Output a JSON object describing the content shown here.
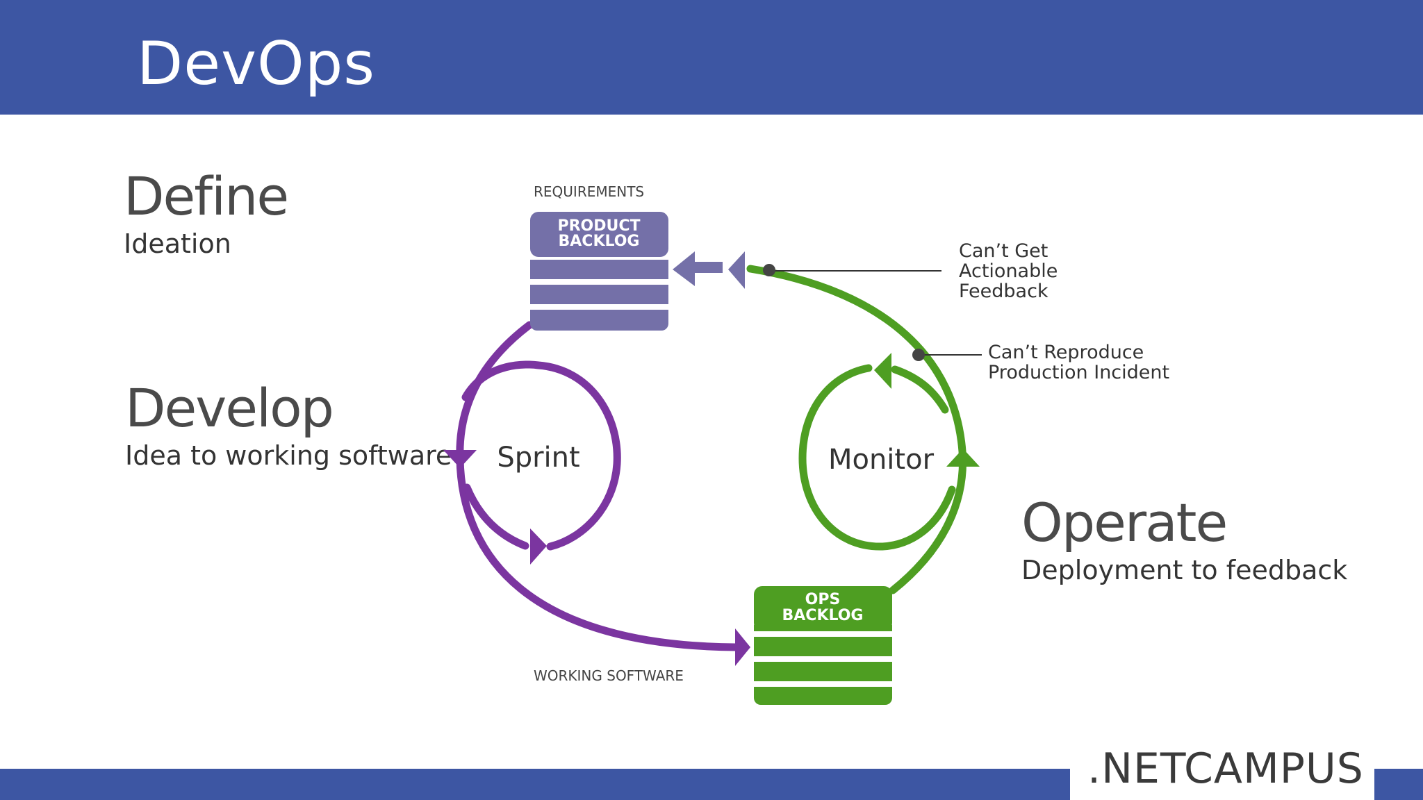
{
  "slide": {
    "title": "DevOps"
  },
  "phases": {
    "define": {
      "title": "Define",
      "subtitle": "Ideation"
    },
    "develop": {
      "title": "Develop",
      "subtitle": "Idea to working software"
    },
    "operate": {
      "title": "Operate",
      "subtitle": "Deployment to feedback"
    }
  },
  "diagram": {
    "requirements_label": "REQUIREMENTS",
    "product_backlog": {
      "line1": "PRODUCT",
      "line2": "BACKLOG"
    },
    "ops_backlog": {
      "line1": "OPS",
      "line2": "BACKLOG"
    },
    "working_software_label": "WORKING SOFTWARE",
    "sprint_label": "Sprint",
    "monitor_label": "Monitor",
    "callout_feedback": [
      "Can’t Get",
      "Actionable",
      "Feedback"
    ],
    "callout_incident": [
      "Can’t Reproduce",
      "Production Incident"
    ]
  },
  "colors": {
    "header_blue": "#3d56a3",
    "backlog_purple": "#7470a8",
    "develop_purple": "#7b35a0",
    "operate_green": "#4e9e22"
  },
  "logo": {
    "text": ".NETCAMPUS"
  }
}
